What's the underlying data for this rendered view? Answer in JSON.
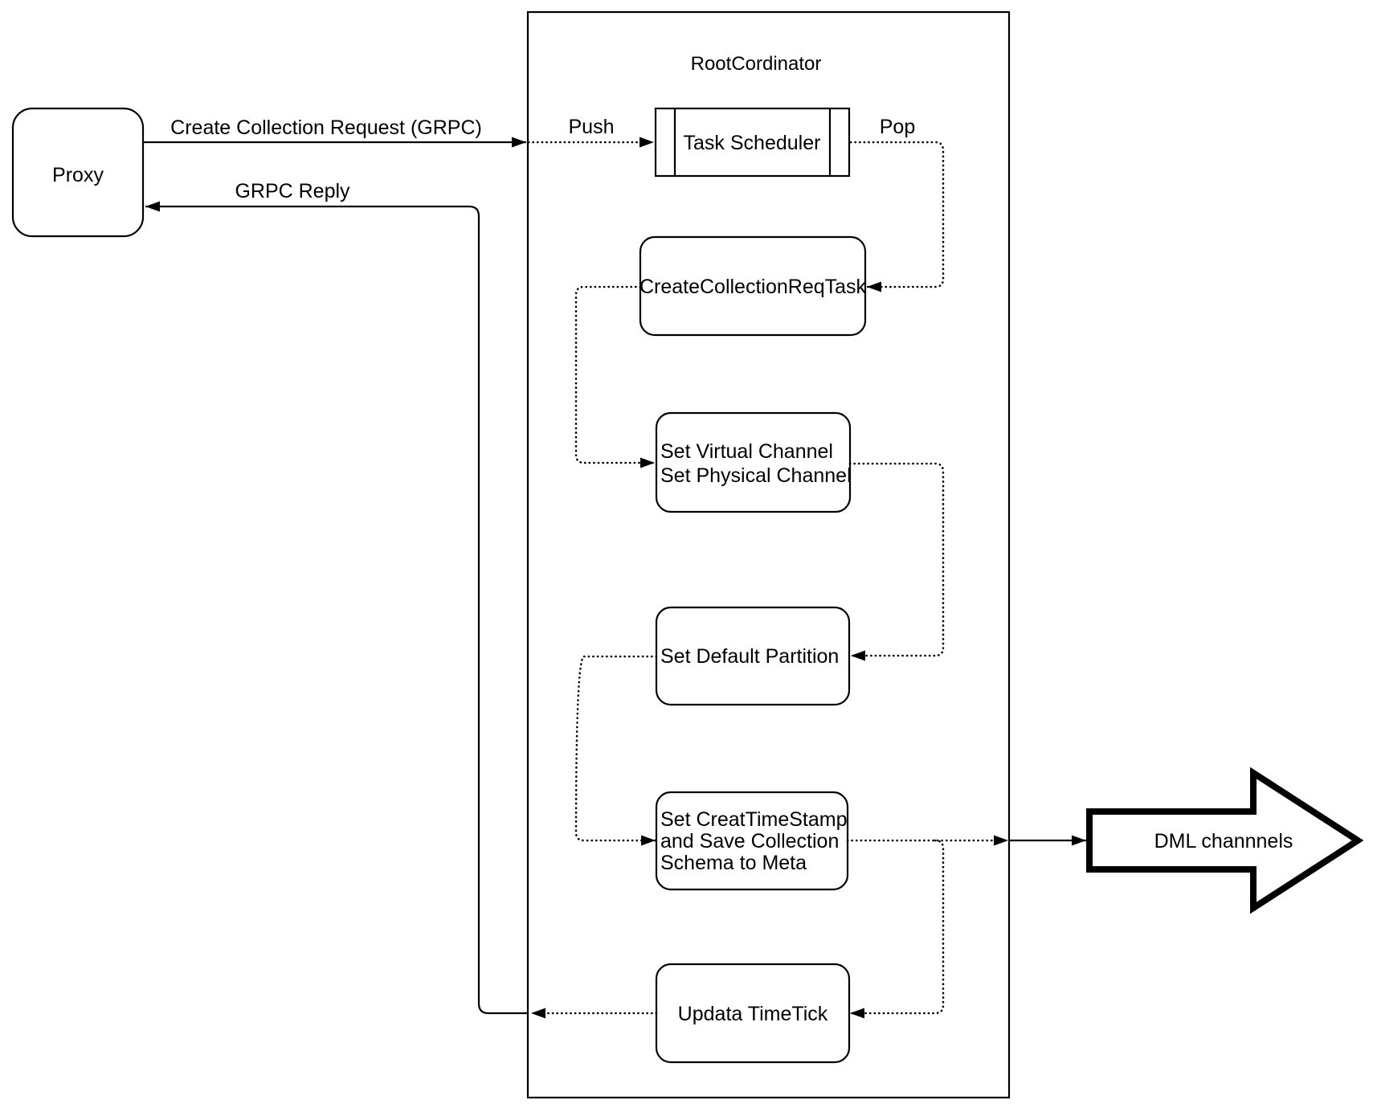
{
  "colors": {
    "stroke": "#000000",
    "background": "#ffffff"
  },
  "nodes": {
    "proxy": {
      "label": "Proxy"
    },
    "root_coordinator": {
      "title": "RootCordinator"
    },
    "task_scheduler": {
      "label": "Task Scheduler"
    },
    "create_collection_req_task": {
      "label": "CreateCollectionReqTask"
    },
    "set_channels": {
      "line1": "Set Virtual Channel",
      "line2": "Set Physical Channel"
    },
    "set_default_partition": {
      "label": "Set Default Partition"
    },
    "set_timestamp_save_schema": {
      "line1": "Set CreatTimeStamp",
      "line2": "and Save Collection",
      "line3": "Schema to Meta"
    },
    "update_timetick": {
      "label": "Updata TimeTick"
    },
    "dml_channels": {
      "label": "DML channnels"
    }
  },
  "edges": {
    "create_collection_request": {
      "label": "Create Collection Request (GRPC)"
    },
    "grpc_reply": {
      "label": "GRPC Reply"
    },
    "push": {
      "label": "Push"
    },
    "pop": {
      "label": "Pop"
    }
  }
}
